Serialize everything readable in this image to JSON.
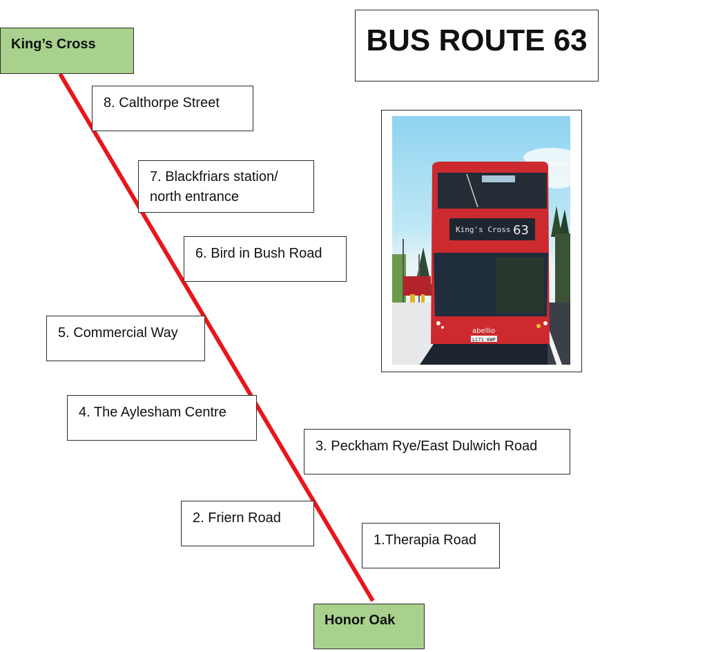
{
  "title": "BUS ROUTE 63",
  "route": {
    "line_color": "#e8161b",
    "terminus_color": "#a9d18e",
    "start": "King’s Cross",
    "end": "Honor Oak"
  },
  "stops": [
    {
      "number": 8,
      "label": "8. Calthorpe Street"
    },
    {
      "number": 7,
      "label_line1": "7. Blackfriars station/",
      "label_line2": "north entrance"
    },
    {
      "number": 6,
      "label": "6. Bird in Bush Road"
    },
    {
      "number": 5,
      "label": "5. Commercial Way"
    },
    {
      "number": 4,
      "label": "4. The Aylesham Centre"
    },
    {
      "number": 3,
      "label": "3. Peckham Rye/East Dulwich Road"
    },
    {
      "number": 2,
      "label": "2. Friern Road"
    },
    {
      "number": 1,
      "label": "1.Therapia Road"
    }
  ],
  "photo": {
    "description": "Red double-decker bus",
    "destination_display": "King's Cross",
    "route_number_display": "63",
    "operator_logo": "abellio",
    "plate": "LC71 KWP"
  }
}
